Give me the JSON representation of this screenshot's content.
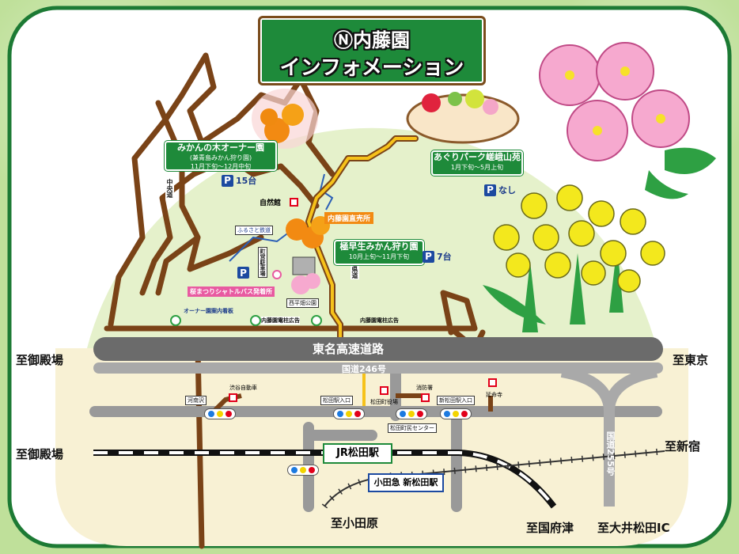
{
  "title": {
    "line1": "Ⓝ内藤園",
    "line2": "インフォメーション"
  },
  "destinations": {
    "left_top": "至御殿場",
    "right_top": "至東京",
    "left_rail": "至御殿場",
    "shinjuku": "至新宿",
    "odawara": "至小田原",
    "kozu": "至国府津",
    "oi": "至大井松田IC"
  },
  "roads": {
    "tomei": "東名高速道路",
    "r246": "国道246号",
    "r255": "国道255号",
    "chuo_vertical": "中央道",
    "kenmin_vertical": "県道"
  },
  "stations": {
    "jr": "JR松田駅",
    "odakyu": "小田急 新松田駅"
  },
  "gardens": {
    "mikan_owner": {
      "title": "みかんの木オーナー園",
      "sub": "(兼青島みかん狩り園)",
      "period": "11月下旬～12月中旬"
    },
    "wase": {
      "title": "極早生みかん狩り園",
      "period": "10月上旬～11月下旬"
    },
    "aguri": {
      "title": "あぐりパーク嵯峨山苑",
      "period": "1月下旬～5月上旬"
    }
  },
  "parking": {
    "p1": "15台",
    "p2": "7台",
    "p3": "なし",
    "p_letter": "P"
  },
  "labels": {
    "shizenkan": "自然館",
    "chokubai": "内藤園直売所",
    "furusato": "ふるさと鉄道",
    "cho_parking": "町営駐車場",
    "sakura_bus": "桜まつりシャトルバス発着所",
    "nishihira": "西平畑公園",
    "owner_sign": "オーナー園案内看板",
    "pole_ad1": "内藤園電柱広告",
    "pole_ad2": "内藤園電柱広告",
    "kawaminami": "河南沢",
    "shibusawa": "渋谷自動車",
    "matsuda_iriguchi": "松田駅入口",
    "yakuba": "松田町役場",
    "shobo": "消防署",
    "shinmatsuda_iriguchi": "新松田駅入口",
    "enmeiji": "延命寺",
    "center": "松田町民センター"
  },
  "colors": {
    "green": "#1e8a3a",
    "brown_road": "#7a4317",
    "yellow_route": "#f6c21a",
    "expressway": "#6b6b6b",
    "national_road": "#a9a9a9",
    "map_circle": "#e5f1cb",
    "town_area": "#f8f1d4"
  }
}
